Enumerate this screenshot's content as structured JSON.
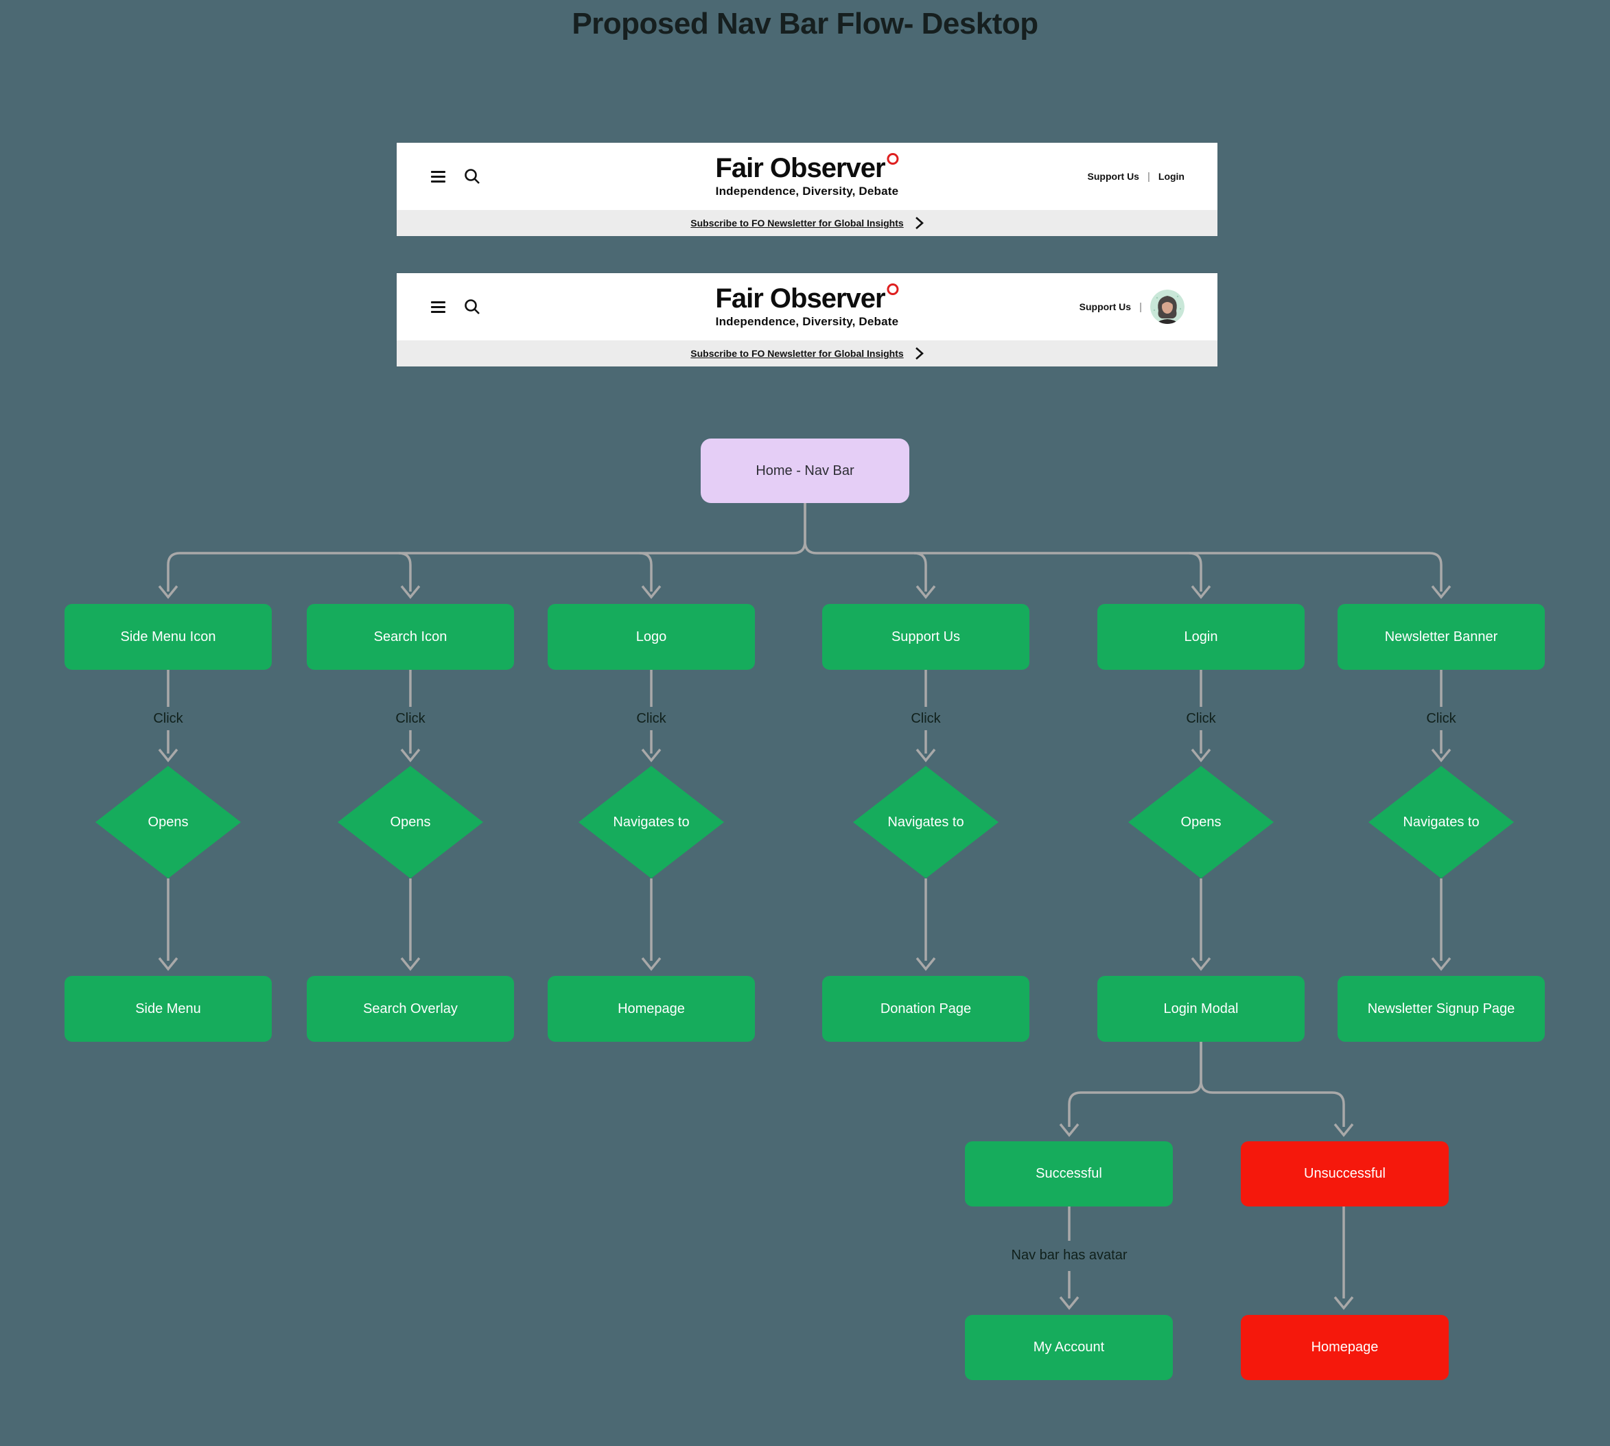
{
  "title": "Proposed Nav Bar Flow- Desktop",
  "navbar": {
    "logo_text": "Fair Observer",
    "logo_mark_icon": "red-ring-degree-icon",
    "tagline": "Independence, Diversity, Debate",
    "support_us": "Support Us",
    "divider": "|",
    "login": "Login",
    "subscribe_text": "Subscribe to FO Newsletter for Global Insights",
    "icons": {
      "menu": "hamburger-icon",
      "search": "search-icon",
      "banner_arrow": "chevron-right-icon",
      "avatar": "user-avatar-photo"
    }
  },
  "flow": {
    "root_label": "Home - Nav Bar",
    "columns": [
      {
        "trigger": "Side Menu Icon",
        "action": "Click",
        "decision": "Opens",
        "result": "Side Menu"
      },
      {
        "trigger": "Search Icon",
        "action": "Click",
        "decision": "Opens",
        "result": "Search Overlay"
      },
      {
        "trigger": "Logo",
        "action": "Click",
        "decision": "Navigates to",
        "result": "Homepage"
      },
      {
        "trigger": "Support Us",
        "action": "Click",
        "decision": "Navigates to",
        "result": "Donation Page"
      },
      {
        "trigger": "Login",
        "action": "Click",
        "decision": "Opens",
        "result": "Login Modal"
      },
      {
        "trigger": "Newsletter Banner",
        "action": "Click",
        "decision": "Navigates to",
        "result": "Newsletter Signup Page"
      }
    ],
    "login_outcomes": {
      "success_label": "Successful",
      "failure_label": "Unsuccessful",
      "success_note": "Nav bar has avatar",
      "success_result": "My Account",
      "failure_result": "Homepage"
    }
  },
  "colors": {
    "background": "#4C6973",
    "node_green": "#16AC5C",
    "node_red": "#F5180C",
    "node_purple": "#E5CEF6",
    "connector_gray": "#A9A9A9",
    "navbar_strip_gray": "#ECECEC",
    "logo_accent_red": "#DE1F1F"
  }
}
